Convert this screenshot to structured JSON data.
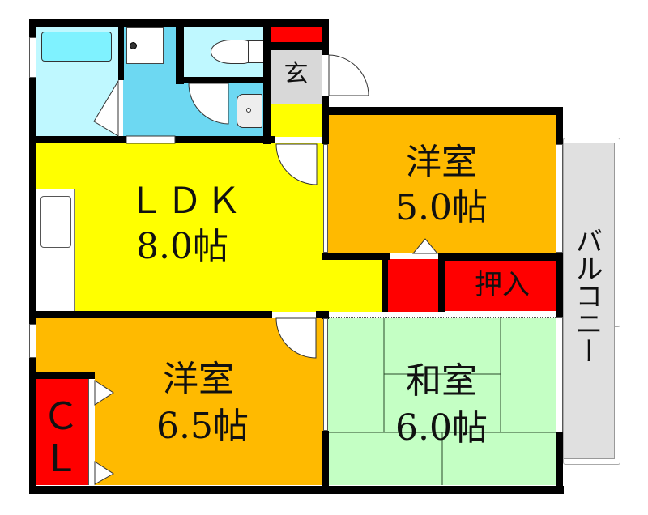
{
  "floorplan": {
    "rooms": {
      "ldk": {
        "name": "ＬＤＫ",
        "size": "8.0帖",
        "color": "#FFFF00"
      },
      "western_north": {
        "name": "洋室",
        "size": "5.0帖",
        "color": "#FFBA00"
      },
      "western_south": {
        "name": "洋室",
        "size": "6.5帖",
        "color": "#FFBA00"
      },
      "japanese": {
        "name": "和室",
        "size": "6.0帖",
        "color": "#C4FFC4"
      },
      "bath": {
        "color": "#BFF8FF",
        "tub_color": "#7FF2FF"
      },
      "washroom": {
        "color": "#6DD8F2"
      },
      "toilet": {
        "color": "#BFF8FF"
      },
      "entrance": {
        "name": "玄",
        "color": "#D8D8D8",
        "floor_color": "#FFFF00"
      },
      "closet": {
        "name": "ＣＬ",
        "color": "#FF0000"
      },
      "oshiire": {
        "name": "押入",
        "color": "#FF0000"
      },
      "storage_small": {
        "color": "#FF0000"
      },
      "shoe_box": {
        "color": "#FF0000"
      },
      "balcony": {
        "name": "バルコニー",
        "color": "#E0E0E0"
      }
    }
  }
}
